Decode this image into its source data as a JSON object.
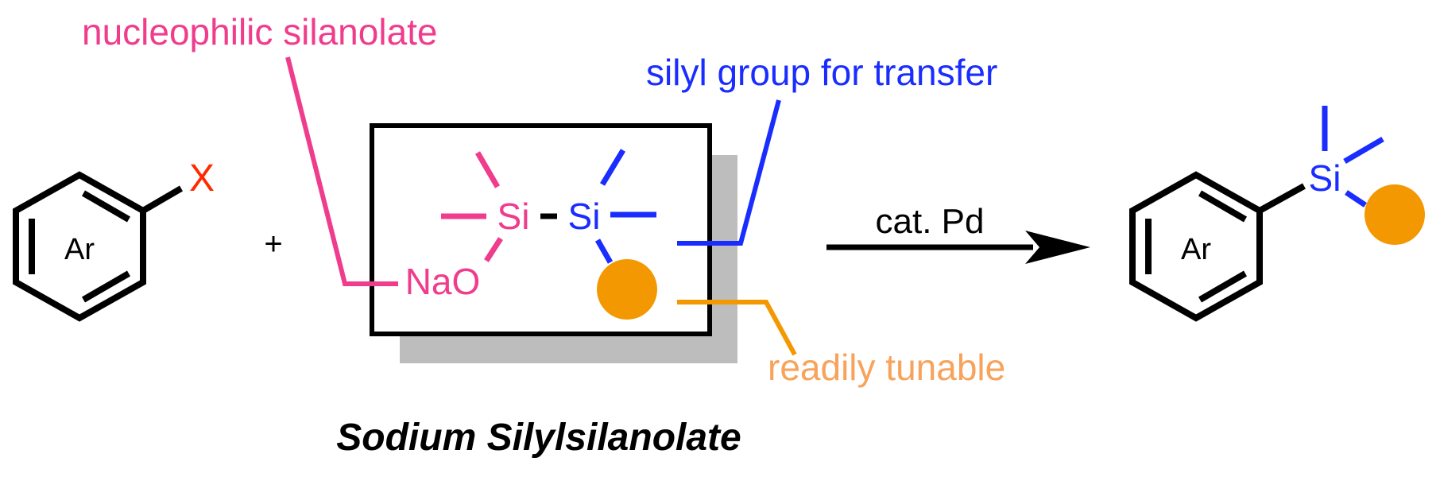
{
  "reactant": {
    "ring_label": "Ar",
    "leaving_group": "X"
  },
  "plus": "+",
  "reagent": {
    "na_o": "NaO",
    "si_left": "Si",
    "si_right": "Si",
    "name": "Sodium Silylsilanolate"
  },
  "callouts": {
    "nucleophilic": "nucleophilic silanolate",
    "silyl_group": "silyl group for transfer",
    "tunable": "readily tunable"
  },
  "arrow": {
    "condition": "cat. Pd"
  },
  "product": {
    "ring_label": "Ar",
    "si": "Si"
  },
  "colors": {
    "black": "#000000",
    "red": "#ff2a00",
    "pink": "#f03c8c",
    "blue": "#1a2dff",
    "orange": "#f39800",
    "orange_text": "#f7a35c",
    "shadow": "#bdbdbd"
  }
}
